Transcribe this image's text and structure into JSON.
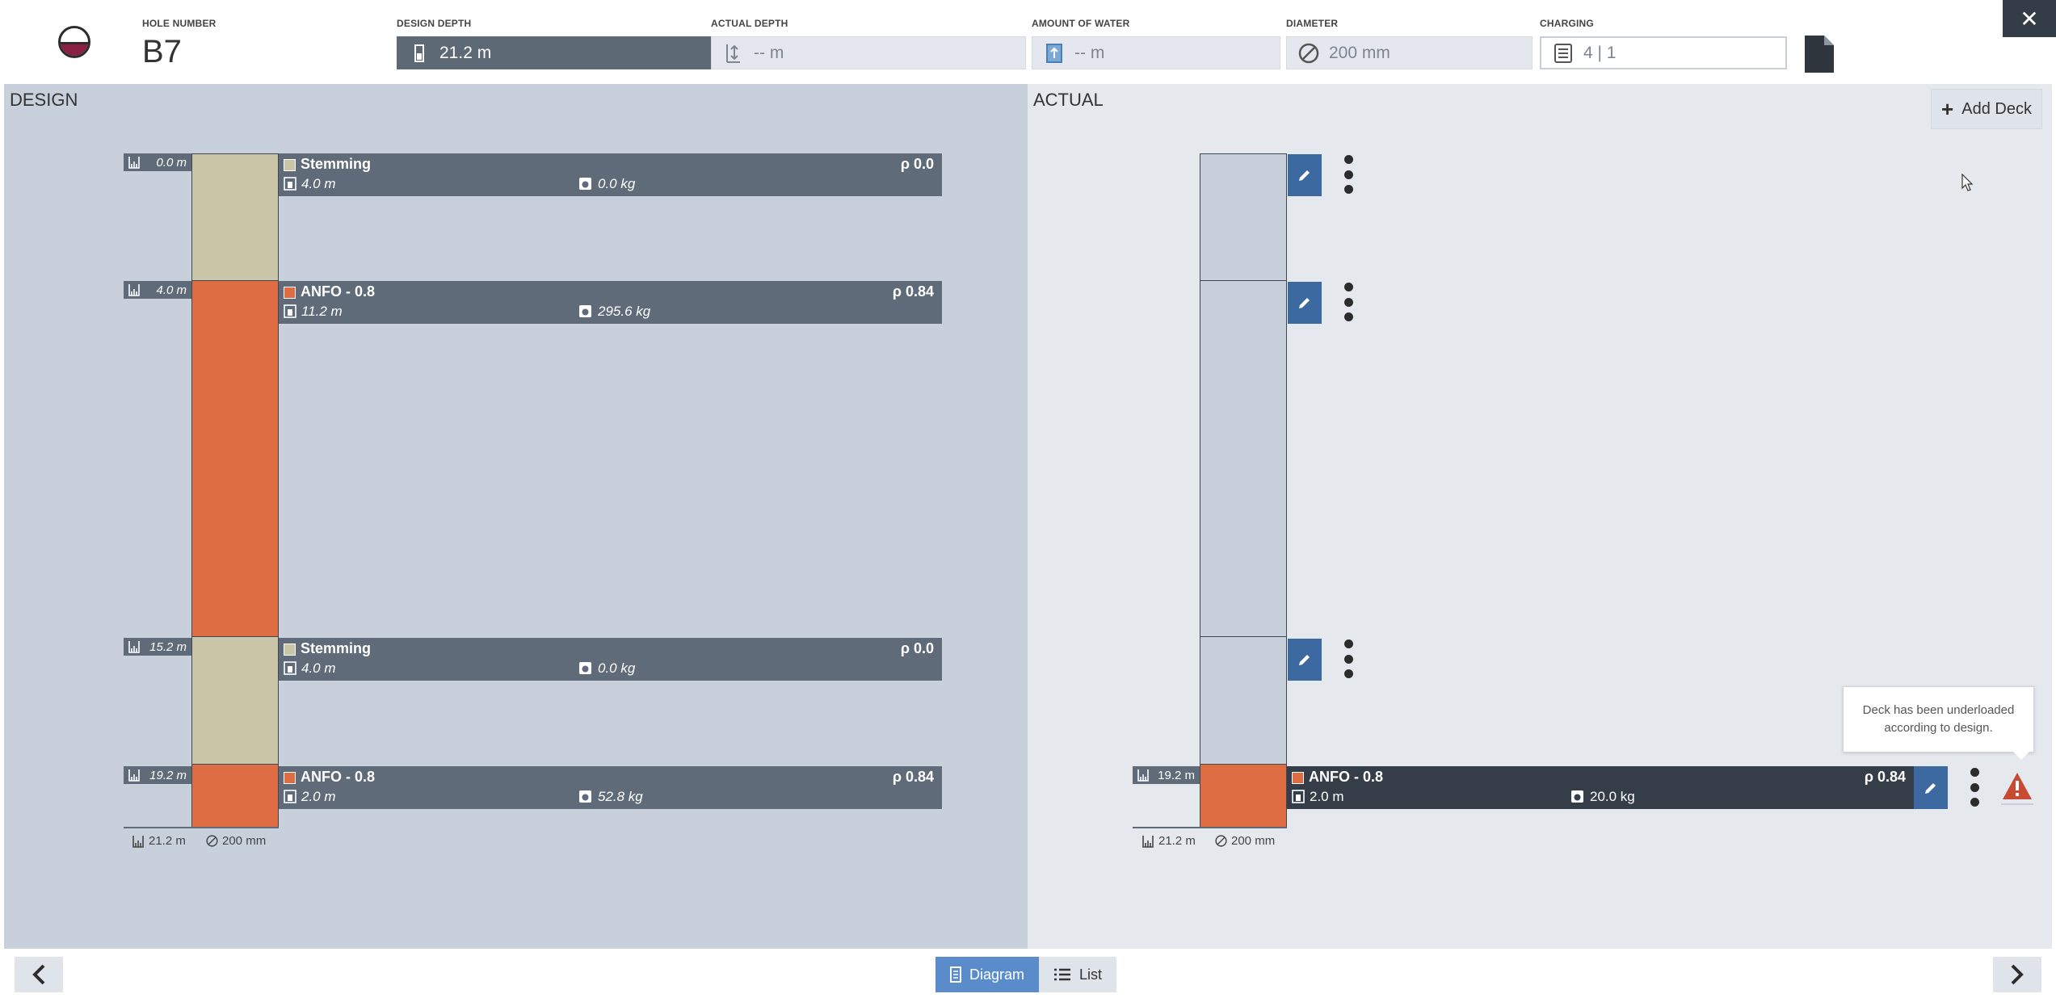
{
  "header": {
    "hole_number_label": "HOLE NUMBER",
    "hole_number": "B7",
    "design_depth_label": "DESIGN DEPTH",
    "design_depth": "21.2 m",
    "actual_depth_label": "ACTUAL DEPTH",
    "actual_depth": "-- m",
    "water_label": "AMOUNT OF WATER",
    "water": "-- m",
    "diameter_label": "DIAMETER",
    "diameter": "200 mm",
    "charging_label": "CHARGING",
    "charging": "4  |  1",
    "close_label": "✕"
  },
  "colors": {
    "stemming": "#cbc5a8",
    "anfo": "#df6d44",
    "empty": "#c8d1db",
    "accent": "#5a8ccb",
    "edit": "#3c6aa0"
  },
  "design": {
    "title": "DESIGN",
    "decks": [
      {
        "depth": "0.0 m",
        "name": "Stemming",
        "length": "4.0 m",
        "weight": "0.0 kg",
        "density": "ρ 0.0",
        "color": "#cbc5a8"
      },
      {
        "depth": "4.0 m",
        "name": "ANFO - 0.8",
        "length": "11.2 m",
        "weight": "295.6 kg",
        "density": "ρ 0.84",
        "color": "#df6d44"
      },
      {
        "depth": "15.2 m",
        "name": "Stemming",
        "length": "4.0 m",
        "weight": "0.0 kg",
        "density": "ρ 0.0",
        "color": "#cbc5a8"
      },
      {
        "depth": "19.2 m",
        "name": "ANFO - 0.8",
        "length": "2.0 m",
        "weight": "52.8 kg",
        "density": "ρ 0.84",
        "color": "#df6d44"
      }
    ],
    "footer_depth": "21.2 m",
    "footer_diameter": "200 mm"
  },
  "actual": {
    "title": "ACTUAL",
    "add_deck_label": "Add Deck",
    "deck": {
      "depth": "19.2 m",
      "name": "ANFO - 0.8",
      "length": "2.0 m",
      "weight": "20.0 kg",
      "density": "ρ 0.84",
      "color": "#df6d44"
    },
    "tooltip": "Deck has been underloaded according to design.",
    "footer_depth": "21.2 m",
    "footer_diameter": "200 mm"
  },
  "footer": {
    "diagram_label": "Diagram",
    "list_label": "List"
  },
  "icons": [
    "hole-status-icon",
    "depth-icon",
    "depth-arrows-icon",
    "water-icon",
    "diameter-icon",
    "charging-icon",
    "document-icon",
    "close-icon",
    "ruler-icon",
    "length-icon",
    "weight-icon",
    "pencil-icon",
    "more-vertical-icon",
    "warning-icon",
    "plus-icon",
    "chevron-left-icon",
    "chevron-right-icon",
    "diagram-icon",
    "list-icon"
  ]
}
